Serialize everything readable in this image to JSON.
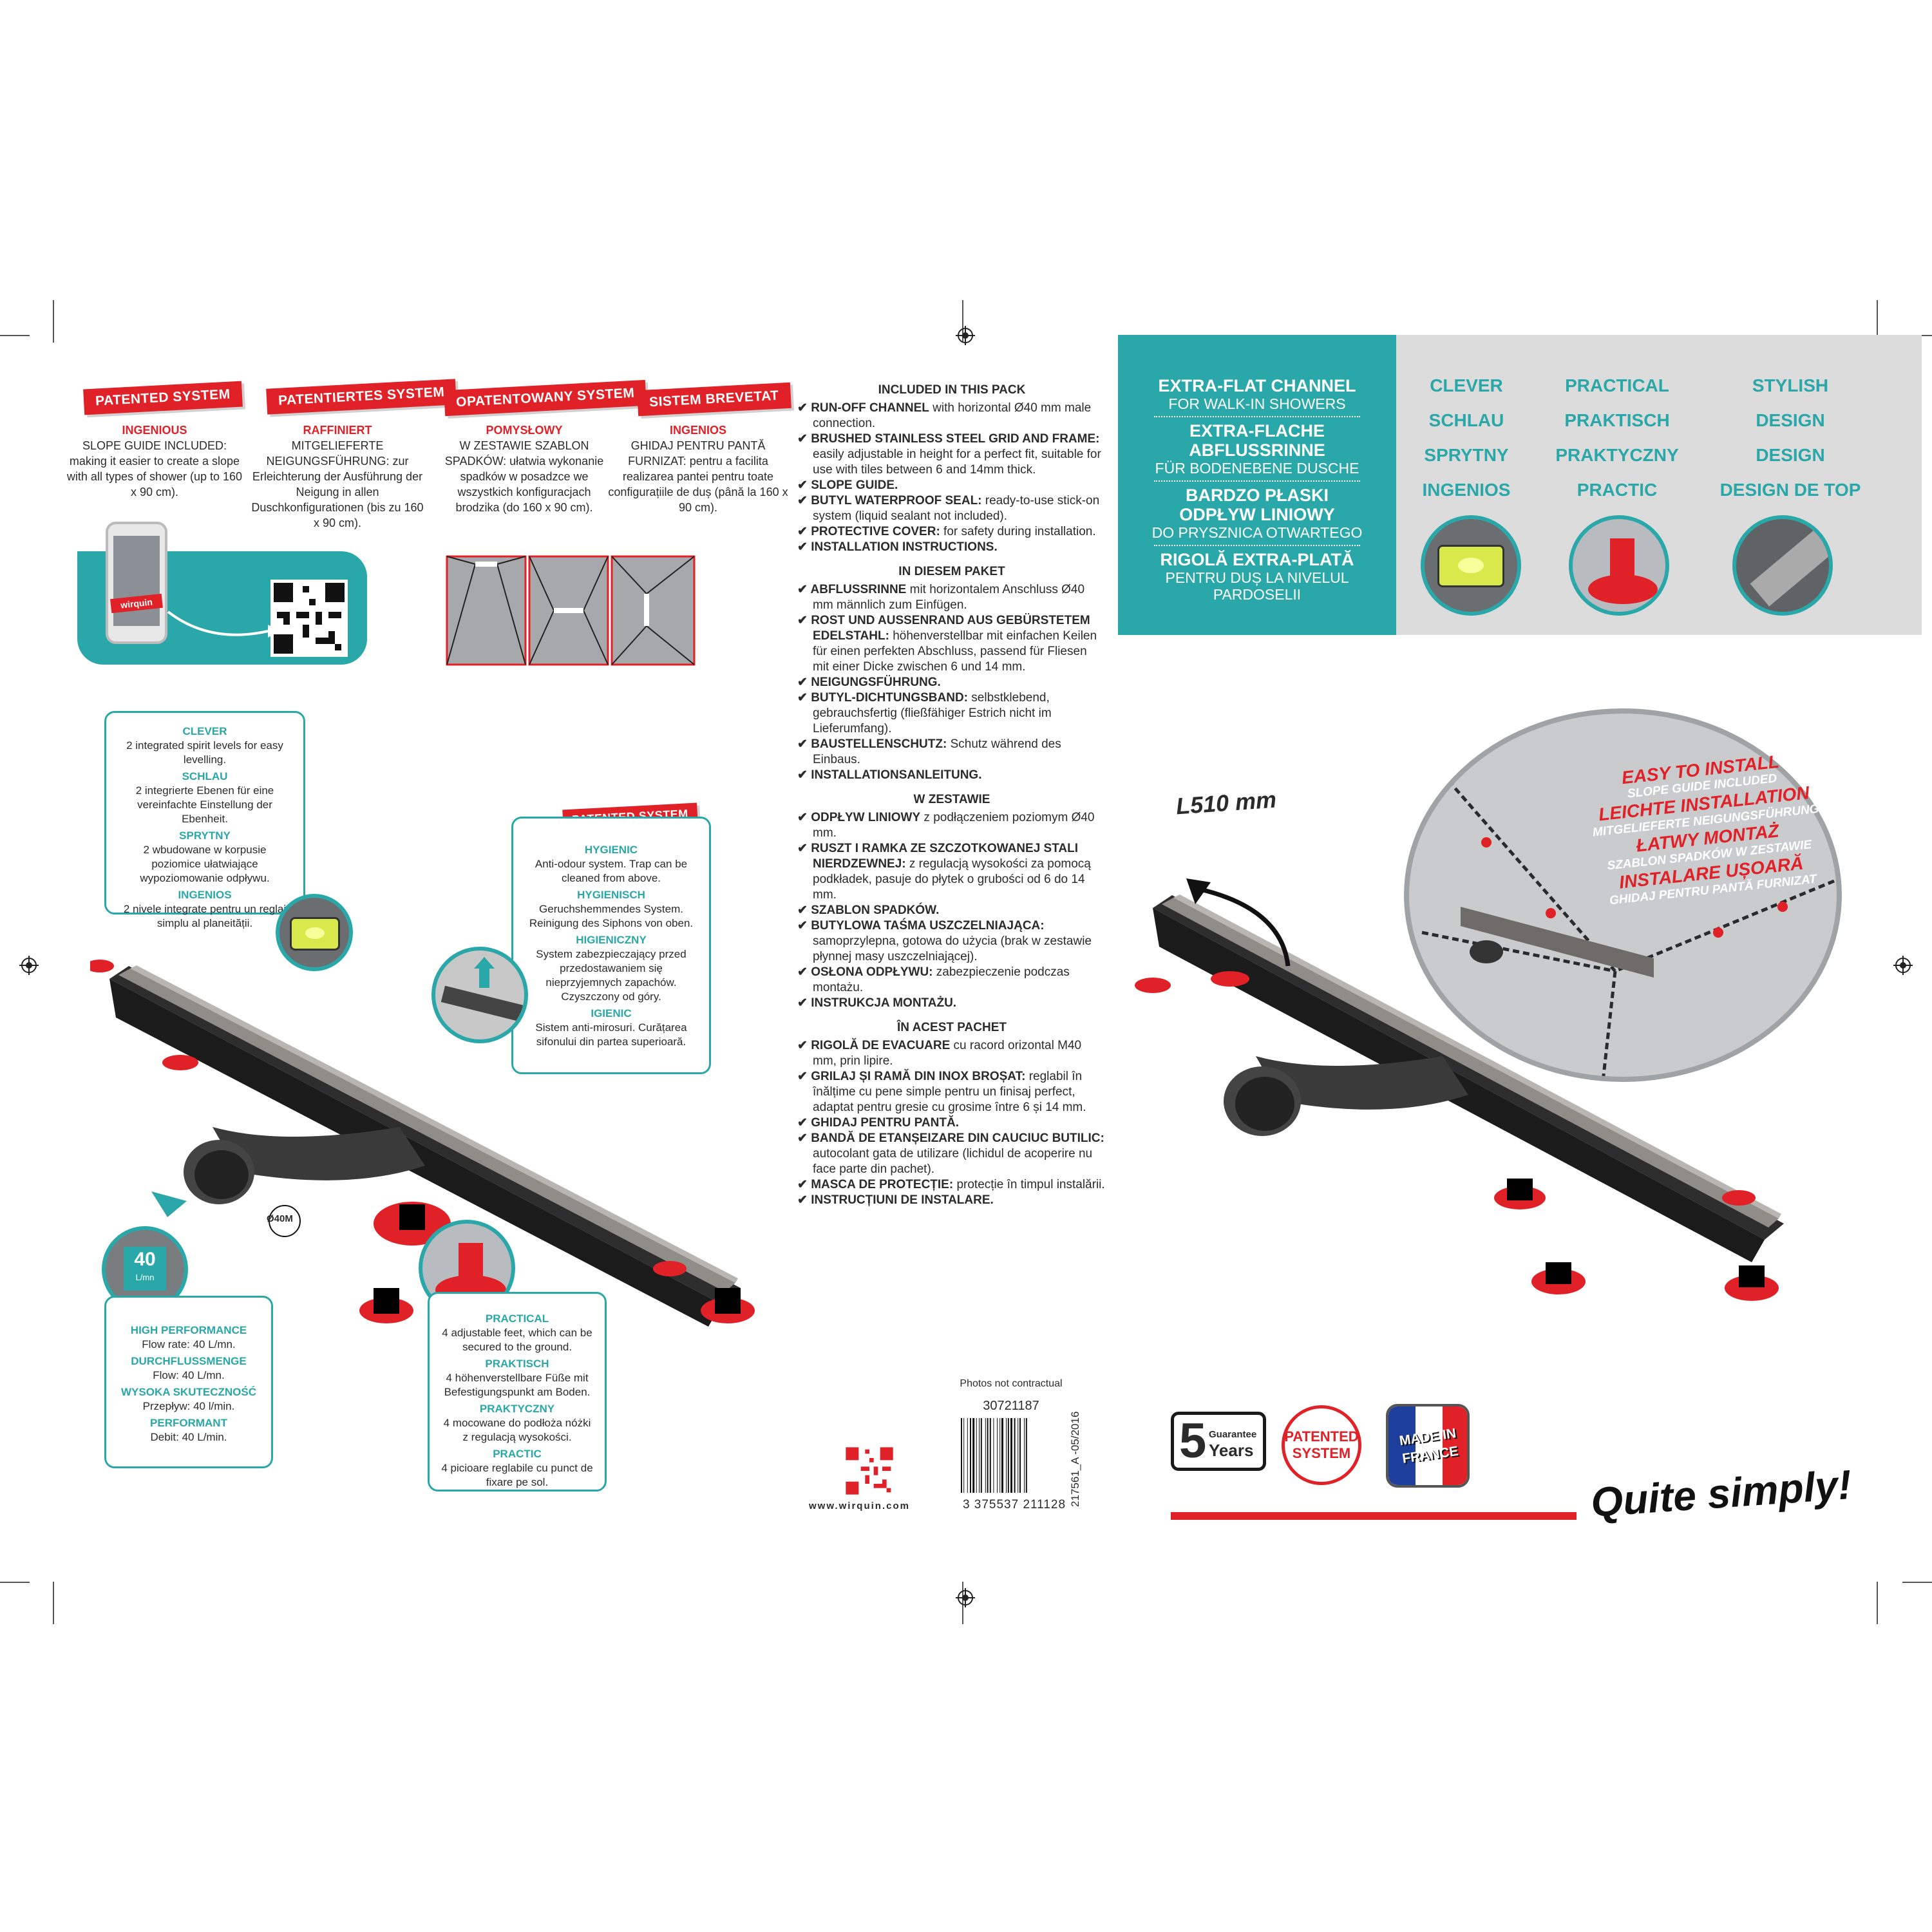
{
  "patent_columns": [
    {
      "banner": "PATENTED SYSTEM",
      "heading": "INGENIOUS",
      "body": "SLOPE GUIDE INCLUDED: making it easier to create a slope with all types of shower (up to 160 x 90 cm)."
    },
    {
      "banner": "PATENTIERTES SYSTEM",
      "heading": "RAFFINIERT",
      "body": "MITGELIEFERTE NEIGUNGSFÜHRUNG: zur Erleichterung der Ausführung der Neigung in allen Duschkonfigurationen (bis zu 160 x 90 cm)."
    },
    {
      "banner": "OPATENTOWANY SYSTEM",
      "heading": "POMYSŁOWY",
      "body": "W ZESTAWIE SZABLON SPADKÓW: ułatwia wykonanie spadków w posadzce we wszystkich konfiguracjach brodzika (do 160 x 90 cm)."
    },
    {
      "banner": "SISTEM BREVETAT",
      "heading": "INGENIOS",
      "body": "GHIDAJ PENTRU PANTĂ FURNIZAT: pentru a facilita realizarea pantei pentru toate configurațiile de duș (până la 160 x 90 cm)."
    }
  ],
  "phone_brand": "wirquin",
  "clever_box": [
    {
      "h": "CLEVER",
      "t": "2 integrated spirit levels for easy levelling."
    },
    {
      "h": "SCHLAU",
      "t": "2 integrierte Ebenen für eine vereinfachte Einstellung der Ebenheit."
    },
    {
      "h": "SPRYTNY",
      "t": "2 wbudowane w korpusie poziomice ułatwiające wypoziomowanie odpływu."
    },
    {
      "h": "INGENIOS",
      "t": "2 nivele integrate pentru un reglaj simplu al planeității."
    }
  ],
  "hygienic_banner": "PATENTED SYSTEM",
  "hygienic_box": [
    {
      "h": "HYGIENIC",
      "t": "Anti-odour system. Trap can be cleaned from above."
    },
    {
      "h": "HYGIENISCH",
      "t": "Geruchshemmendes System. Reinigung des Siphons von oben."
    },
    {
      "h": "HIGIENICZNY",
      "t": "System zabezpieczający przed przedostawaniem się nieprzyjemnych zapachów. Czyszczony od góry."
    },
    {
      "h": "IGIENIC",
      "t": "Sistem anti-mirosuri. Curățarea sifonului din partea superioară."
    }
  ],
  "flow_badge": {
    "value": "40",
    "unit": "L/mn"
  },
  "outlet_label": "Ø40M",
  "performance_box": [
    {
      "h": "HIGH PERFORMANCE",
      "t": "Flow rate: 40 L/mn."
    },
    {
      "h": "DURCHFLUSSMENGE",
      "t": "Flow: 40 L/mn."
    },
    {
      "h": "WYSOKA SKUTECZNOŚĆ",
      "t": "Przepływ: 40 l/min."
    },
    {
      "h": "PERFORMANT",
      "t": "Debit: 40 L/min."
    }
  ],
  "practical_box": [
    {
      "h": "PRACTICAL",
      "t": "4 adjustable feet, which can be secured to the ground."
    },
    {
      "h": "PRAKTISCH",
      "t": "4 höhenverstellbare Füße mit Befestigungspunkt am Boden."
    },
    {
      "h": "PRAKTYCZNY",
      "t": "4 mocowane do podłoża nóżki z regulacją wysokości."
    },
    {
      "h": "PRACTIC",
      "t": "4 picioare reglabile cu punct de fixare pe sol."
    }
  ],
  "pack": [
    {
      "title": "INCLUDED IN THIS PACK",
      "items": [
        {
          "b": "RUN-OFF CHANNEL",
          "t": " with horizontal Ø40 mm male connection."
        },
        {
          "b": "BRUSHED STAINLESS STEEL GRID AND FRAME:",
          "t": " easily adjustable in height for a perfect fit, suitable for use with tiles between 6 and 14mm thick."
        },
        {
          "b": "SLOPE GUIDE.",
          "t": ""
        },
        {
          "b": "BUTYL WATERPROOF SEAL:",
          "t": " ready-to-use stick-on system (liquid sealant not included)."
        },
        {
          "b": "PROTECTIVE COVER:",
          "t": " for safety during installation."
        },
        {
          "b": "INSTALLATION INSTRUCTIONS.",
          "t": ""
        }
      ]
    },
    {
      "title": "IN DIESEM PAKET",
      "items": [
        {
          "b": "ABFLUSSRINNE",
          "t": " mit horizontalem Anschluss Ø40 mm männlich zum Einfügen."
        },
        {
          "b": "ROST UND AUSSENRAND AUS GEBÜRSTETEM EDELSTAHL:",
          "t": " höhenverstellbar mit einfachen Keilen für einen perfekten Abschluss, passend für Fliesen mit einer Dicke zwischen 6 und 14 mm."
        },
        {
          "b": "NEIGUNGSFÜHRUNG.",
          "t": ""
        },
        {
          "b": "BUTYL-DICHTUNGSBAND:",
          "t": " selbstklebend, gebrauchsfertig (fließfähiger Estrich nicht im Lieferumfang)."
        },
        {
          "b": "BAUSTELLENSCHUTZ:",
          "t": " Schutz während des Einbaus."
        },
        {
          "b": "INSTALLATIONSANLEITUNG.",
          "t": ""
        }
      ]
    },
    {
      "title": "W ZESTAWIE",
      "items": [
        {
          "b": "ODPŁYW LINIOWY",
          "t": " z podłączeniem poziomym Ø40 mm."
        },
        {
          "b": "RUSZT I RAMKA ZE SZCZOTKOWANEJ STALI NIERDZEWNEJ:",
          "t": " z regulacją wysokości za pomocą podkładek, pasuje do płytek o grubości od 6 do 14 mm."
        },
        {
          "b": "SZABLON SPADKÓW.",
          "t": ""
        },
        {
          "b": "BUTYLOWA TAŚMA USZCZELNIAJĄCA:",
          "t": " samoprzylepna, gotowa do użycia (brak w zestawie płynnej masy uszczelniającej)."
        },
        {
          "b": "OSŁONA ODPŁYWU:",
          "t": " zabezpieczenie podczas montażu."
        },
        {
          "b": "INSTRUKCJA MONTAŻU.",
          "t": ""
        }
      ]
    },
    {
      "title": "ÎN ACEST PACHET",
      "items": [
        {
          "b": "RIGOLĂ DE EVACUARE",
          "t": " cu racord orizontal M40 mm, prin lipire."
        },
        {
          "b": "GRILAJ ȘI RAMĂ DIN INOX BROȘAT:",
          "t": " reglabil în înălțime cu pene simple pentru un finisaj perfect, adaptat pentru gresie cu grosime între 6 și 14 mm."
        },
        {
          "b": "GHIDAJ PENTRU PANTĂ.",
          "t": ""
        },
        {
          "b": "BANDĂ DE ETANȘEIZARE DIN CAUCIUC BUTILIC:",
          "t": " autocolant gata de utilizare (lichidul de acoperire nu face parte din pachet)."
        },
        {
          "b": "MASCA DE PROTECȚIE:",
          "t": " protecție în timpul instalării."
        },
        {
          "b": "INSTRUCȚIUNI DE INSTALARE.",
          "t": ""
        }
      ]
    }
  ],
  "photos_note": "Photos not contractual",
  "product_code": "30721187",
  "barcode_number": "3 375537 211128",
  "vertical_code": "217561_A -05/2016",
  "website": "www.wirquin.com",
  "title_block": [
    {
      "main": "EXTRA-FLAT CHANNEL",
      "sub": "FOR WALK-IN SHOWERS"
    },
    {
      "main": "EXTRA-FLACHE ABFLUSSRINNE",
      "sub": "FÜR BODENEBENE DUSCHE"
    },
    {
      "main": "BARDZO PŁASKI ODPŁYW LINIOWY",
      "sub": "DO PRYSZNICA OTWARTEGO"
    },
    {
      "main": "RIGOLĂ EXTRA-PLATĂ",
      "sub": "PENTRU DUȘ LA NIVELUL PARDOSELII"
    }
  ],
  "qualities": [
    [
      "CLEVER",
      "SCHLAU",
      "SPRYTNY",
      "INGENIOS"
    ],
    [
      "PRACTICAL",
      "PRAKTISCH",
      "PRAKTYCZNY",
      "PRACTIC"
    ],
    [
      "STYLISH",
      "DESIGN",
      "DESIGN",
      "DESIGN DE TOP"
    ]
  ],
  "length_label": "L510 mm",
  "install_callouts": [
    {
      "main": "EASY TO INSTALL",
      "sub": "SLOPE GUIDE INCLUDED"
    },
    {
      "main": "LEICHTE INSTALLATION",
      "sub": "MITGELIEFERTE NEIGUNGSFÜHRUNG"
    },
    {
      "main": "ŁATWY MONTAŻ",
      "sub": "SZABLON SPADKÓW W ZESTAWIE"
    },
    {
      "main": "INSTALARE UȘOARĂ",
      "sub": "GHIDAJ PENTRU PANTĂ FURNIZAT"
    }
  ],
  "guarantee": {
    "number": "5",
    "line1": "Guarantee",
    "line2": "Years"
  },
  "patented_badge": "PATENTED SYSTEM",
  "made_in": "MADE IN FRANCE",
  "slogan": "Quite simply!",
  "colors": {
    "teal": "#2aa7a8",
    "red": "#e02127",
    "grey": "#dcdcdc",
    "dark": "#2b2b2b"
  }
}
